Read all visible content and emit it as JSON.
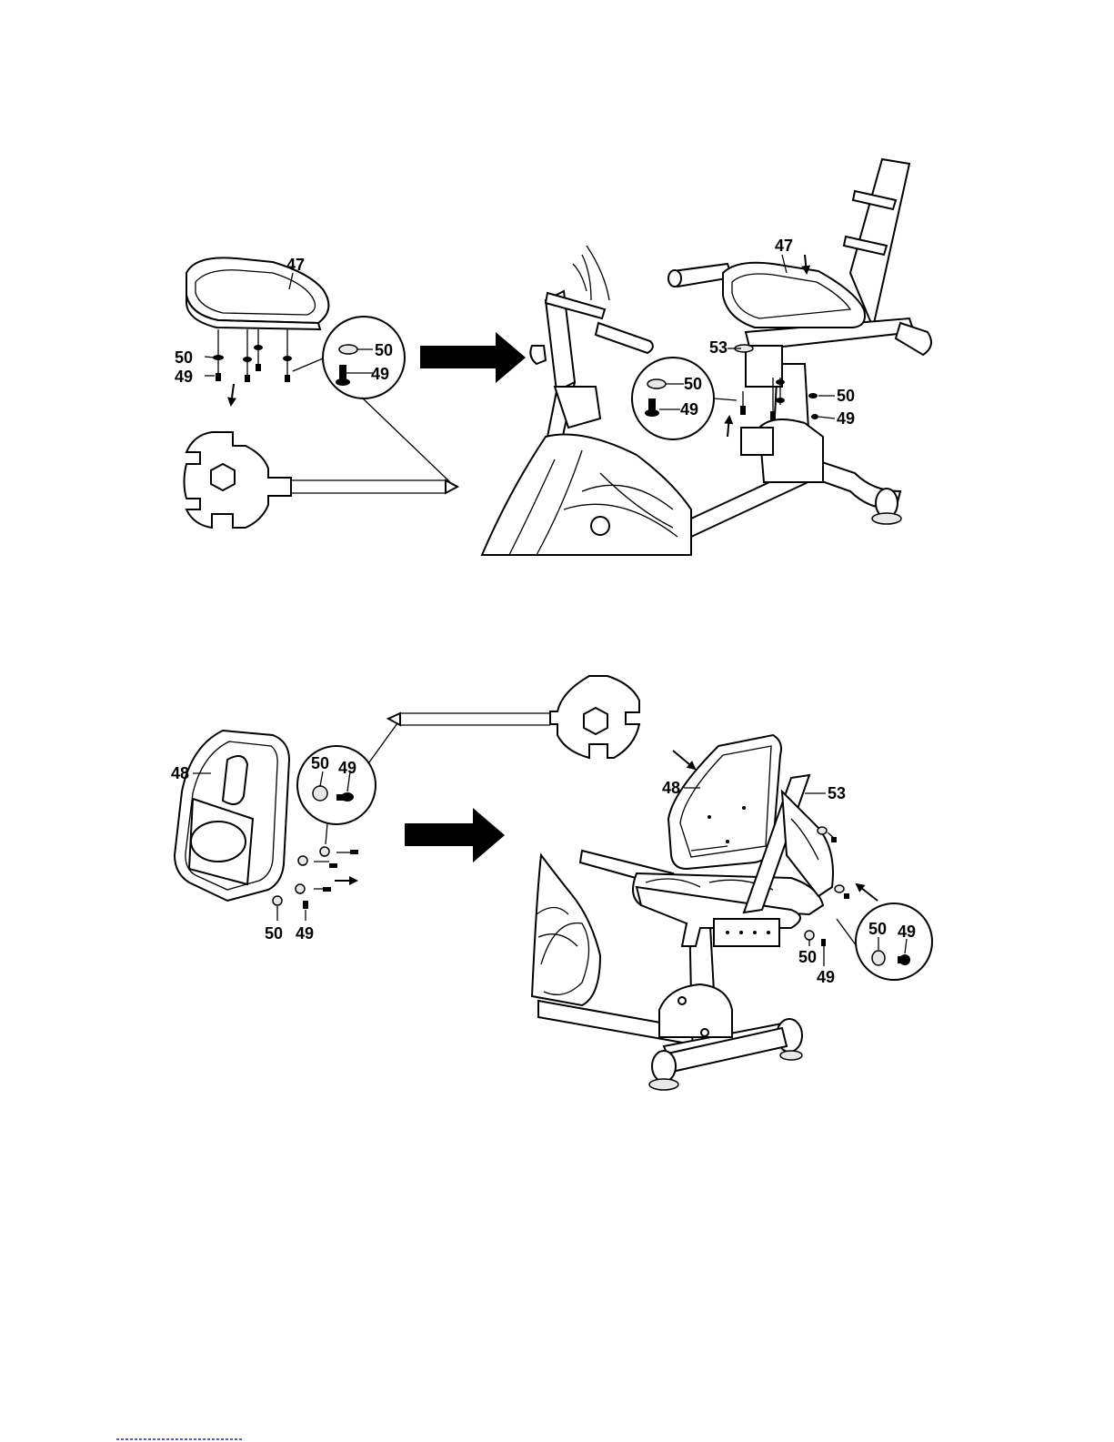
{
  "step1": {
    "left": {
      "seat_label": "47",
      "washer_label": "50",
      "bolt_label": "49",
      "callout_washer_label": "50",
      "callout_bolt_label": "49"
    },
    "right": {
      "seat_label": "47",
      "bracket_label": "53",
      "callout_washer_label": "50",
      "callout_bolt_label": "49",
      "washer_label": "50",
      "bolt_label": "49"
    }
  },
  "step2": {
    "left": {
      "backrest_label": "48",
      "callout_washer_label": "50",
      "callout_bolt_label": "49",
      "washer_label": "50",
      "bolt_label": "49"
    },
    "right": {
      "backrest_label": "48",
      "bracket_label": "53",
      "washer_label": "50",
      "bolt_label": "49",
      "callout_washer_label": "50",
      "callout_bolt_label": "49"
    }
  }
}
